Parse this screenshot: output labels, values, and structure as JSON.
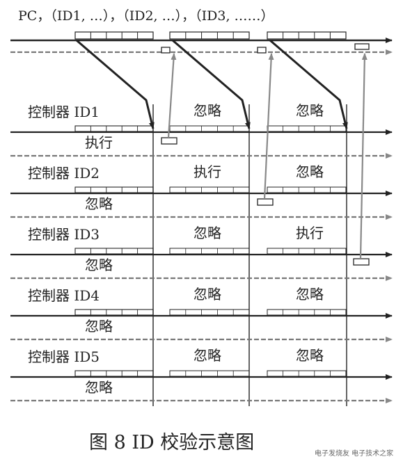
{
  "header_text": "PC，（ID1, …），（ID2, …），（ID3, ……）",
  "caption": "图 8    ID 校验示意图",
  "watermark": "电子发烧友 电子技术之家",
  "colors": {
    "ink": "#222222",
    "gray": "#777777",
    "background": "#ffffff"
  },
  "controllers": [
    {
      "label": "控制器 ID1",
      "actions": [
        "执行",
        "忽略",
        "忽略"
      ]
    },
    {
      "label": "控制器 ID2",
      "actions": [
        "忽略",
        "执行",
        "忽略"
      ]
    },
    {
      "label": "控制器 ID3",
      "actions": [
        "忽略",
        "忽略",
        "执行"
      ]
    },
    {
      "label": "控制器 ID4",
      "actions": [
        "忽略",
        "忽略",
        "忽略"
      ]
    },
    {
      "label": "控制器 ID5",
      "actions": [
        "忽略",
        "忽略",
        "忽略"
      ]
    }
  ]
}
